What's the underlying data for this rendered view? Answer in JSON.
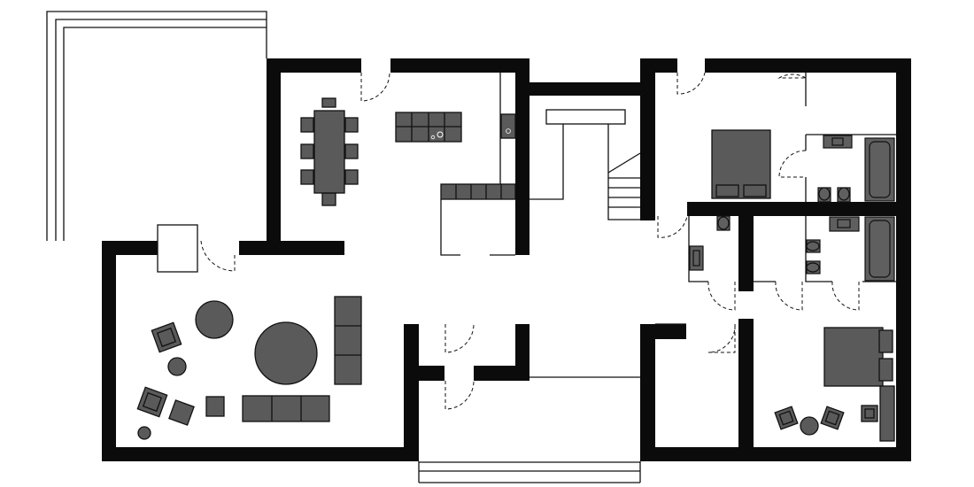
{
  "plan": {
    "colors": {
      "background": "#ffffff",
      "walls": "#0b0b0b",
      "furniture": "#5a5a5a",
      "outline": "#111111"
    },
    "rooms": [
      "terrace",
      "dining",
      "kitchen",
      "stair-hall",
      "living-room",
      "entrance",
      "bedroom-1",
      "walk-in-closet",
      "bathroom-1",
      "toilet",
      "bathroom-2",
      "bedroom-2"
    ]
  }
}
